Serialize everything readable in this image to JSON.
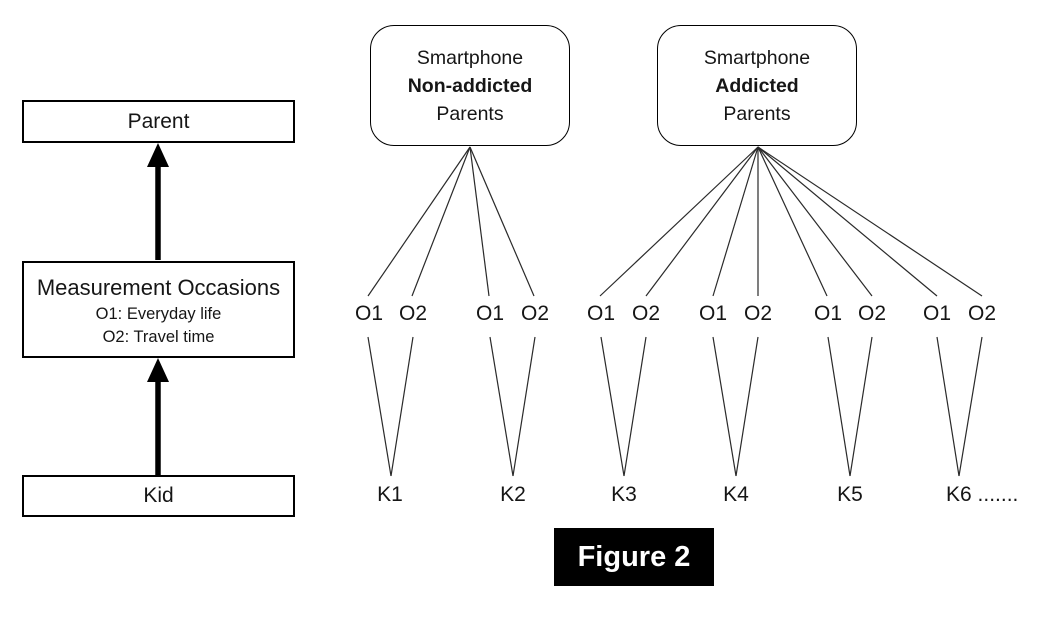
{
  "caption": "Figure 2",
  "left_flow": {
    "parent_label": "Parent",
    "measurement_title": "Measurement Occasions",
    "measurement_o1": "O1: Everyday life",
    "measurement_o2": "O2: Travel time",
    "kid_label": "Kid"
  },
  "groups": [
    {
      "line1": "Smartphone",
      "line2": "Non-addicted",
      "line3": "Parents"
    },
    {
      "line1": "Smartphone",
      "line2": "Addicted",
      "line3": "Parents"
    }
  ],
  "occasions": [
    "O1",
    "O2",
    "O1",
    "O2",
    "O1",
    "O2",
    "O1",
    "O2",
    "O1",
    "O2",
    "O1",
    "O2"
  ],
  "kids": [
    "K1",
    "K2",
    "K3",
    "K4",
    "K5",
    "K6 ......."
  ],
  "colors": {
    "line": "#2a2a2a",
    "arrow": "#000000",
    "caption_bg": "#000000",
    "caption_text": "#ffffff"
  }
}
